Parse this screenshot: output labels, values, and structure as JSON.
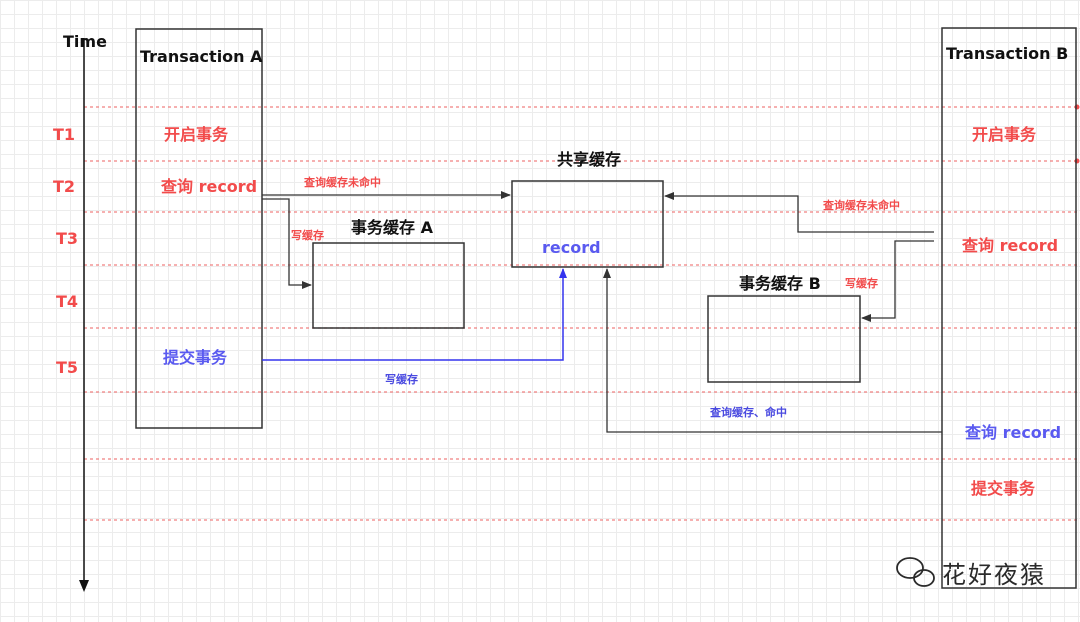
{
  "time_label": "Time",
  "transactions": {
    "a": {
      "title": "Transaction A",
      "begin": "开启事务",
      "query": "查询 record",
      "commit": "提交事务"
    },
    "b": {
      "title": "Transaction B",
      "begin": "开启事务",
      "query1": "查询 record",
      "query2": "查询 record",
      "commit": "提交事务"
    }
  },
  "ticks": [
    "T1",
    "T2",
    "T3",
    "T4",
    "T5"
  ],
  "boxes": {
    "shared": {
      "title": "共享缓存",
      "content": "record"
    },
    "cache_a": {
      "title": "事务缓存 A"
    },
    "cache_b": {
      "title": "事务缓存 B"
    }
  },
  "arrow_labels": {
    "a_miss": "查询缓存未命中",
    "a_write": "写缓存",
    "b_miss": "查询缓存未命中",
    "b_write": "写缓存",
    "commit_write": "写缓存",
    "b_hit": "查询缓存、命中"
  },
  "watermark": "花好夜猿",
  "colors": {
    "red": "#f24b4b",
    "blue": "#5a5af0",
    "line": "#333333",
    "dotted": "#f08080"
  }
}
